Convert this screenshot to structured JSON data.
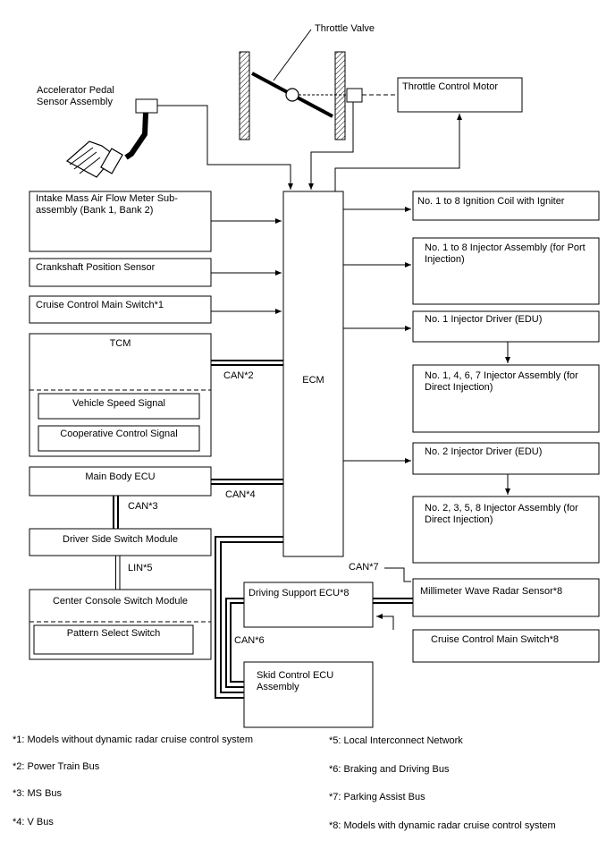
{
  "diagram": {
    "throttle_valve": "Throttle Valve",
    "throttle_motor": "Throttle Control Motor",
    "accel_pedal": "Accelerator Pedal Sensor Assembly",
    "intake_maf": "Intake Mass Air Flow Meter Sub-assembly (Bank 1, Bank 2)",
    "crankshaft": "Crankshaft Position Sensor",
    "cruise_main_1": "Cruise Control Main Switch*1",
    "tcm": "TCM",
    "vehicle_speed": "Vehicle Speed Signal",
    "coop_control": "Cooperative Control Signal",
    "main_body_ecu": "Main Body ECU",
    "driver_side_switch": "Driver Side Switch Module",
    "center_console": "Center Console Switch Module",
    "pattern_select": "Pattern Select Switch",
    "ecm": "ECM",
    "ignition_coil": "No. 1 to 8 Ignition Coil with Igniter",
    "injector_port": "No. 1 to 8 Injector Assembly (for Port Injection)",
    "injector_driver_1": "No. 1 Injector Driver (EDU)",
    "injector_1467": "No. 1, 4, 6, 7 Injector Assembly (for Direct Injection)",
    "injector_driver_2": "No. 2 Injector Driver (EDU)",
    "injector_2358": "No. 2, 3, 5, 8 Injector Assembly (for Direct Injection)",
    "driving_support": "Driving Support ECU*8",
    "mmwave": "Millimeter Wave Radar Sensor*8",
    "cruise_main_8": "Cruise Control Main Switch*8",
    "skid_control": "Skid Control ECU Assembly",
    "can2": "CAN*2",
    "can3": "CAN*3",
    "can4": "CAN*4",
    "can6": "CAN*6",
    "can7": "CAN*7",
    "lin5": "LIN*5"
  },
  "footnotes": {
    "n1": "*1: Models without dynamic radar cruise control system",
    "n2": "*2: Power Train Bus",
    "n3": "*3: MS Bus",
    "n4": "*4: V Bus",
    "n5": "*5: Local Interconnect Network",
    "n6": "*6: Braking and Driving Bus",
    "n7": "*7: Parking Assist Bus",
    "n8": "*8: Models with dynamic radar cruise control system"
  }
}
